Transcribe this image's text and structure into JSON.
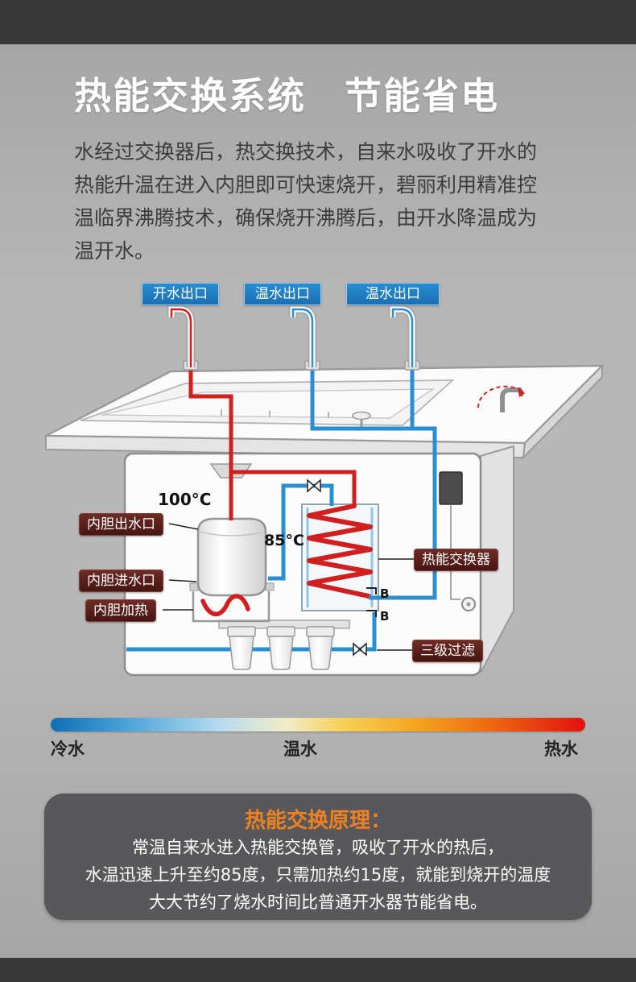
{
  "header": {
    "title": "热能交换系统　节能省电"
  },
  "intro": {
    "lines": [
      "水经过交换器后，热交换技术，自来水吸收了开水的",
      "热能升温在进入内胆即可快速烧开，碧丽利用精准控",
      "温临界沸腾技术，确保烧开沸腾后，由开水降温成为",
      "温开水。"
    ]
  },
  "diagram": {
    "outlets": [
      "开水出口",
      "温水出口",
      "温水出口"
    ],
    "temps": {
      "boiling": "100°C",
      "preheated": "85°C"
    },
    "labels": {
      "tank_outlet": "内胆出水口",
      "tank_inlet": "内胆进水口",
      "tank_heater": "内胆加热",
      "heat_exchanger": "热能交换器",
      "filter": "三级过滤"
    },
    "markers": {
      "b1": "B",
      "b2": "B"
    }
  },
  "temperature_scale": {
    "cold": "冷水",
    "warm": "温水",
    "hot": "热水"
  },
  "principle": {
    "title": "热能交换原理：",
    "lines": [
      "常温自来水进入热能交换管，吸收了开水的热后，",
      "水温迅速上升至约85度，只需加热约15度，就能到烧开的温度",
      "大大节约了烧水时间比普通开水器节能省电。"
    ]
  },
  "colors": {
    "hot_pipe_red": "#cf1f1f",
    "cold_pipe_blue": "#2a8fd0",
    "outlet_label_blue": "#1a7bc4",
    "component_label_maroon": "#5c2020",
    "accent_orange": "#f08122",
    "panel_gray": "#58585a"
  }
}
